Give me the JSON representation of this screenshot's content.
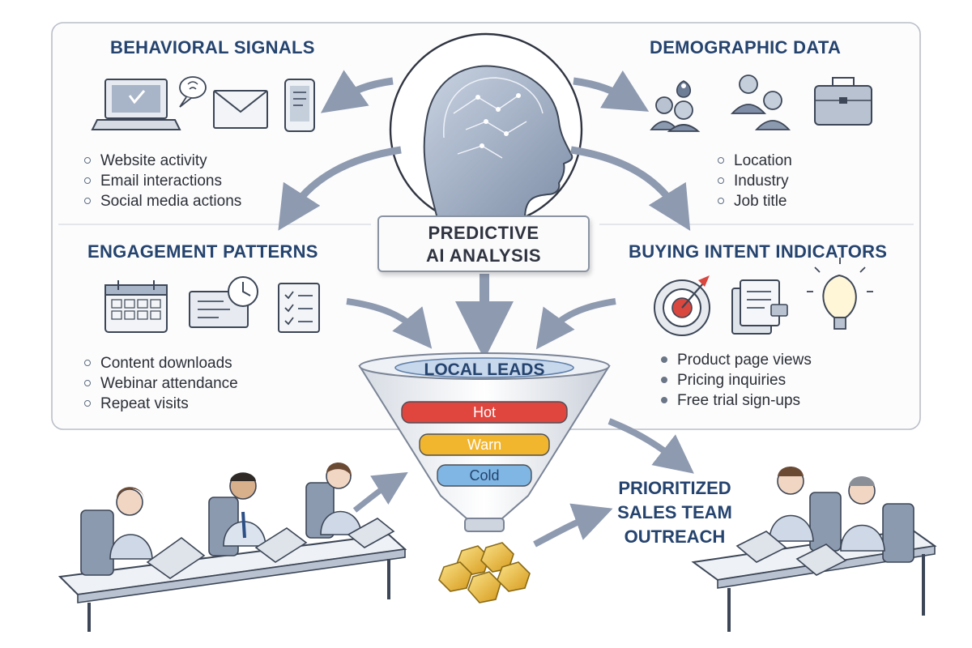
{
  "behavioral": {
    "heading": "BEHAVIORAL SIGNALS",
    "items": [
      "Website activity",
      "Email interactions",
      "Social media actions"
    ]
  },
  "demographic": {
    "heading": "DEMOGRAPHIC DATA",
    "items": [
      "Location",
      "Industry",
      "Job title"
    ]
  },
  "engagement": {
    "heading": "ENGAGEMENT PATTERNS",
    "items": [
      "Content downloads",
      "Webinar attendance",
      "Repeat visits"
    ]
  },
  "intent": {
    "heading": "BUYING INTENT INDICATORS",
    "items": [
      "Product page views",
      "Pricing inquiries",
      "Free trial sign-ups"
    ]
  },
  "center": {
    "line1": "PREDICTIVE",
    "line2": "AI ANALYSIS"
  },
  "funnel": {
    "title": "LOCAL LEADS",
    "tiers": [
      {
        "label": "Hot",
        "color": "#e0453e"
      },
      {
        "label": "Warn",
        "color": "#f2b52e"
      },
      {
        "label": "Cold",
        "color": "#7fb6e3"
      }
    ]
  },
  "outreach": {
    "line1": "PRIORITIZED",
    "line2": "SALES TEAM",
    "line3": "OUTREACH"
  },
  "colors": {
    "heading": "#24436e",
    "panel_border": "#b9bec7",
    "arrow": "#8e9ab0",
    "gold": "#e8b93a"
  },
  "icons": {
    "behavioral": [
      "laptop-icon",
      "chat-bubble-icon",
      "envelope-icon",
      "smartphone-icon"
    ],
    "demographic": [
      "location-pin-people-icon",
      "people-icon",
      "briefcase-icon"
    ],
    "engagement": [
      "calendar-icon",
      "document-clock-icon",
      "checklist-icon"
    ],
    "intent": [
      "target-icon",
      "documents-icon",
      "lightbulb-icon"
    ]
  }
}
